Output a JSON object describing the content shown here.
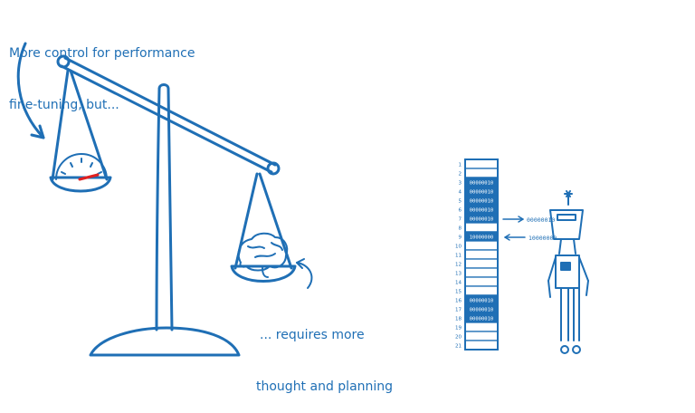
{
  "annotations": {
    "top_left": {
      "line1": "More control for performance",
      "line2": "fine-tuning, but..."
    },
    "bottom_middle": {
      "line1": "... requires more",
      "line2": "thought and planning"
    }
  },
  "memory_column": {
    "row_numbers": [
      "1",
      "2",
      "3",
      "4",
      "5",
      "6",
      "7",
      "8",
      "9",
      "10",
      "11",
      "12",
      "13",
      "14",
      "15",
      "16",
      "17",
      "18",
      "19",
      "20",
      "21"
    ],
    "filled_rows": [
      {
        "row": "3",
        "value": "00000010"
      },
      {
        "row": "4",
        "value": "00000010"
      },
      {
        "row": "5",
        "value": "00000010"
      },
      {
        "row": "6",
        "value": "00000010"
      },
      {
        "row": "7",
        "value": "00000010"
      },
      {
        "row": "9",
        "value": "10000000"
      },
      {
        "row": "16",
        "value": "00000010"
      },
      {
        "row": "17",
        "value": "00000010"
      },
      {
        "row": "18",
        "value": "00000010"
      }
    ],
    "read_value": "00000010",
    "write_value": "10000000"
  },
  "colors": {
    "ink": "#1f6fb5",
    "fill": "#1f6fb5",
    "needle": "#e02020"
  },
  "icons": [
    "balance-scale-icon",
    "speedometer-icon",
    "brain-icon",
    "robot-icon",
    "curved-arrow-icon"
  ]
}
